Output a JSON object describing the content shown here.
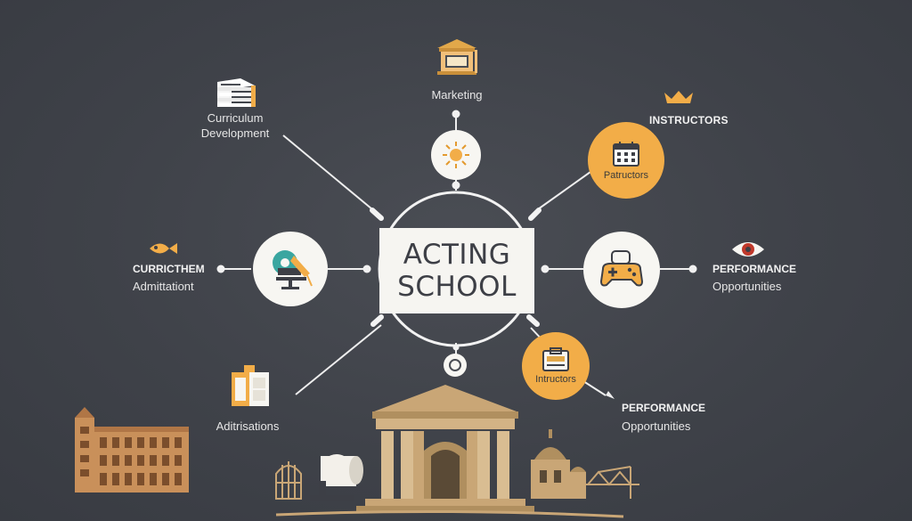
{
  "center": {
    "line1": "ACTING",
    "line2": "SCHOOL"
  },
  "nodes": {
    "marketing": "Marketing",
    "curriculum": {
      "line1": "Curriculum",
      "line2": "Development"
    },
    "instructors_top": "INSTRUCTORS",
    "patructors": "Patructors",
    "curricthem": {
      "line1": "CURRICTHEM",
      "line2": "Admittationt"
    },
    "performance_right": {
      "line1": "PERFORMANCE",
      "line2": "Opportunities"
    },
    "aditrisations": "Aditrisations",
    "instructors_bottom": "Intructors",
    "performance_bottom": {
      "line1": "PERFORMANCE",
      "line2": "Opportunities"
    }
  },
  "colors": {
    "background": "#3f4249",
    "accent_orange": "#f2ad48",
    "building_tan": "#c9a676",
    "white": "#f7f6f2"
  },
  "icons": [
    "museum-icon",
    "books-icon",
    "crown-icon",
    "sun-icon",
    "calendar-icon",
    "fish-icon",
    "reel-icon",
    "gamepad-icon",
    "eye-icon",
    "board-icon",
    "folder-icon"
  ]
}
